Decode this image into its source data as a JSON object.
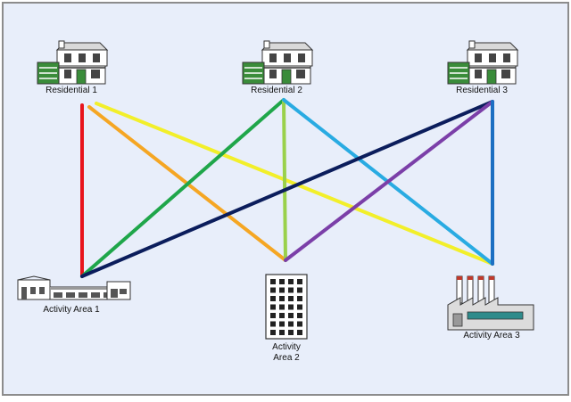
{
  "colors": {
    "background": "#e8eefa",
    "frame": "#8c8c8c",
    "building": "#ffffff",
    "building_outline": "#333333",
    "roof_green": "#3a8c3a",
    "window": "#444444",
    "tank": "#2e8b8b"
  },
  "nodes": {
    "residential_1": {
      "label_lines": [
        "Residential 1"
      ],
      "icon": "house-icon"
    },
    "residential_2": {
      "label_lines": [
        "Residential 2"
      ],
      "icon": "house-icon"
    },
    "residential_3": {
      "label_lines": [
        "Residential 3"
      ],
      "icon": "house-icon"
    },
    "activity_area_1": {
      "label_lines": [
        "Activity Area 1"
      ],
      "icon": "strip-mall-icon"
    },
    "activity_area_2": {
      "label_lines": [
        "Activity",
        "Area 2"
      ],
      "icon": "office-tower-icon"
    },
    "activity_area_3": {
      "label_lines": [
        "Activity Area 3"
      ],
      "icon": "factory-icon"
    }
  },
  "links": [
    {
      "from": "residential_1",
      "to": "activity_area_1",
      "color": "#e8141c"
    },
    {
      "from": "residential_1",
      "to": "activity_area_2",
      "color": "#f5a623"
    },
    {
      "from": "residential_1",
      "to": "activity_area_3",
      "color": "#f2ef2a"
    },
    {
      "from": "residential_2",
      "to": "activity_area_1",
      "color": "#1fa64a"
    },
    {
      "from": "residential_2",
      "to": "activity_area_2",
      "color": "#9ad14b"
    },
    {
      "from": "residential_2",
      "to": "activity_area_3",
      "color": "#29abe2"
    },
    {
      "from": "residential_3",
      "to": "activity_area_1",
      "color": "#0b1d5c"
    },
    {
      "from": "residential_3",
      "to": "activity_area_2",
      "color": "#7b3fa8"
    },
    {
      "from": "residential_3",
      "to": "activity_area_3",
      "color": "#1c6fc2"
    }
  ]
}
